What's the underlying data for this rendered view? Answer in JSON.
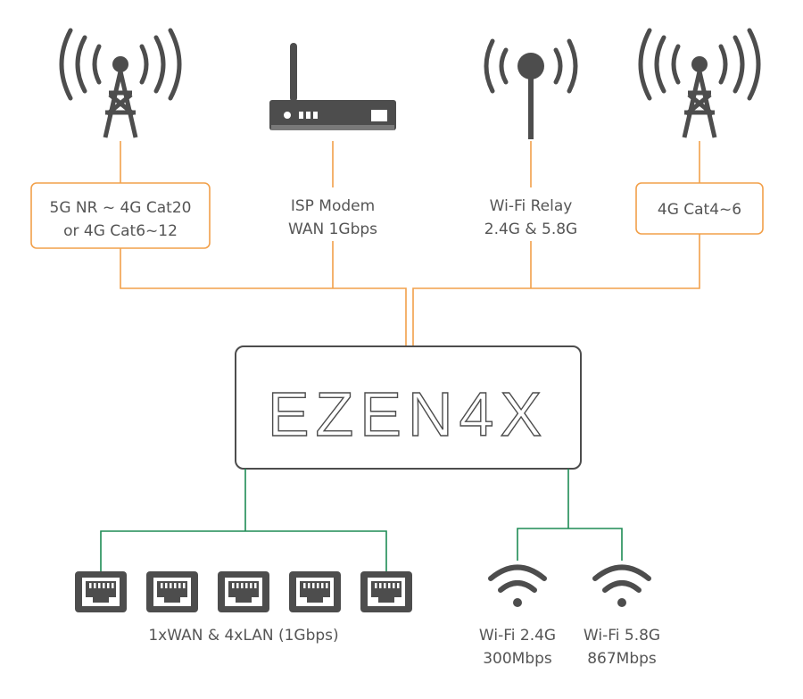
{
  "sources": [
    {
      "icon": "cell-tower-icon",
      "lines": [
        "5G NR ~ 4G Cat20",
        "or 4G Cat6~12"
      ],
      "boxed": true
    },
    {
      "icon": "modem-router-icon",
      "lines": [
        "ISP Modem",
        "WAN 1Gbps"
      ],
      "boxed": false
    },
    {
      "icon": "wifi-antenna-icon",
      "lines": [
        "Wi-Fi Relay",
        "2.4G & 5.8G"
      ],
      "boxed": false
    },
    {
      "icon": "cell-tower-icon",
      "lines": [
        "4G Cat4~6"
      ],
      "boxed": true
    }
  ],
  "device": {
    "name": "EZEN4X"
  },
  "ports": {
    "count": 5,
    "icon": "ethernet-port-icon",
    "label": "1xWAN & 4xLAN (1Gbps)"
  },
  "wifi": [
    {
      "icon": "wifi-icon",
      "lines": [
        "Wi-Fi 2.4G",
        "300Mbps"
      ]
    },
    {
      "icon": "wifi-icon",
      "lines": [
        "Wi-Fi 5.8G",
        "867Mbps"
      ]
    }
  ],
  "colors": {
    "uplink": "#f2a04a",
    "downlink": "#1e8c55",
    "icon": "#4d4d4d",
    "text": "#555555"
  }
}
